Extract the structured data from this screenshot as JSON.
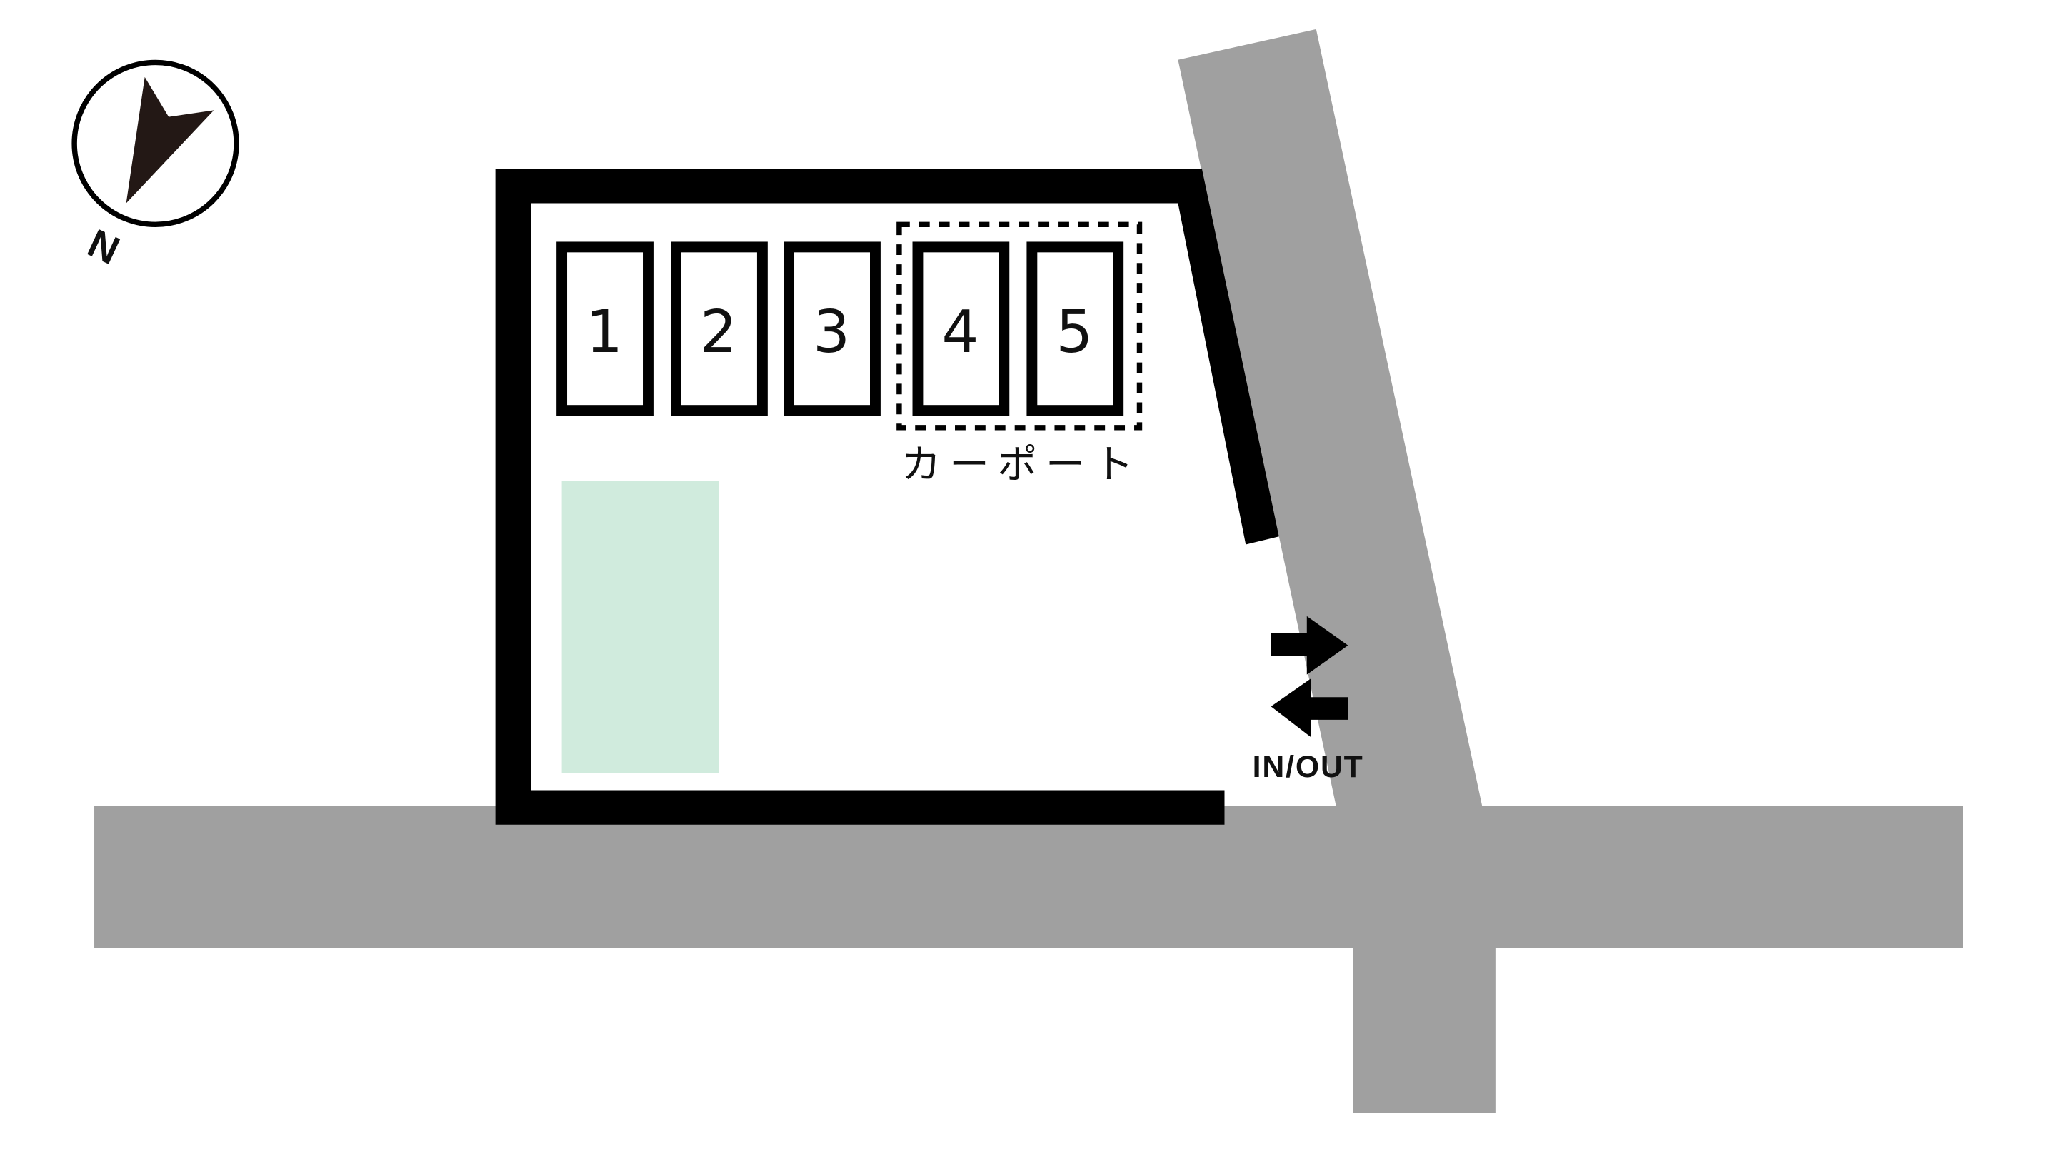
{
  "map": {
    "compass": {
      "label": "N"
    },
    "parking_spaces": [
      {
        "number": "1"
      },
      {
        "number": "2"
      },
      {
        "number": "3"
      },
      {
        "number": "4"
      },
      {
        "number": "5"
      }
    ],
    "carport_label": "カーポート",
    "entrance_label": "IN/OUT",
    "colors": {
      "road": "#a0a0a0",
      "wall": "#000000",
      "green_area": "#d0ebdd",
      "compass_arrow": "#231815"
    }
  }
}
